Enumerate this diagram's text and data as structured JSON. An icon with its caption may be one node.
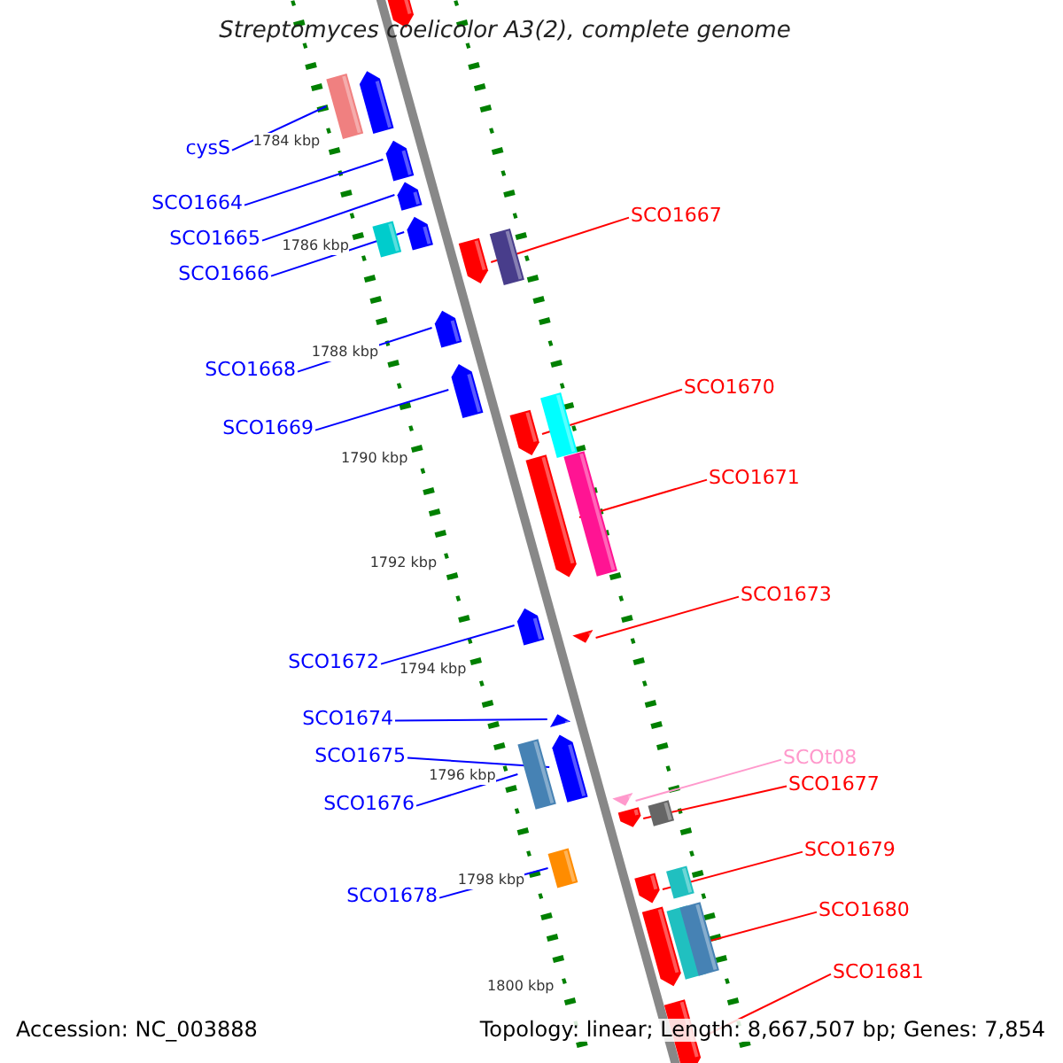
{
  "diagram": {
    "title": "Streptomyces coelicolor A3(2), complete genome",
    "nodes": [
      {
        "text": [
          "cysS"
        ]
      },
      {
        "text": [
          "SCO1664"
        ]
      },
      {
        "text": [
          "SCO1665"
        ]
      },
      {
        "text": [
          "SCO1666"
        ]
      },
      {
        "text": [
          "SCO1668"
        ]
      },
      {
        "text": [
          "SCO1669"
        ]
      },
      {
        "text": [
          "SCO1672"
        ]
      },
      {
        "text": [
          "SCO1674"
        ]
      },
      {
        "text": [
          "SCO1675"
        ]
      },
      {
        "text": [
          "SCO1676"
        ]
      },
      {
        "text": [
          "SCO1678"
        ]
      },
      {
        "text": [
          "SCO1667"
        ]
      },
      {
        "text": [
          "SCO1670"
        ]
      },
      {
        "text": [
          "SCO1671"
        ]
      },
      {
        "text": [
          "SCO1673"
        ]
      },
      {
        "text": [
          "SCOt08"
        ]
      },
      {
        "text": [
          "SCO1677"
        ]
      },
      {
        "text": [
          "SCO1679"
        ]
      },
      {
        "text": [
          "SCO1680"
        ]
      },
      {
        "text": [
          "SCO1681"
        ]
      },
      {
        "text": [],
        "shape": "bar"
      },
      {
        "text": [],
        "shape": "arrow"
      },
      {
        "text": [],
        "shape": "arrow"
      },
      {
        "text": [],
        "shape": "arrow"
      },
      {
        "text": [],
        "shape": "arrow"
      },
      {
        "text": [],
        "shape": "arrow"
      },
      {
        "text": [],
        "shape": "arrow"
      },
      {
        "text": [],
        "shape": "triangle"
      },
      {
        "text": [],
        "shape": "arrow"
      },
      {
        "text": [],
        "shape": "bar"
      },
      {
        "text": [],
        "shape": "bar"
      },
      {
        "text": [],
        "shape": "arrow"
      },
      {
        "text": [],
        "shape": "arrow"
      },
      {
        "text": [],
        "shape": "arrow"
      },
      {
        "text": [],
        "shape": "triangle"
      },
      {
        "text": [],
        "shape": "triangle"
      },
      {
        "text": [],
        "shape": "arrow"
      },
      {
        "text": [],
        "shape": "arrow"
      },
      {
        "text": [],
        "shape": "arrow"
      },
      {
        "text": [],
        "shape": "arrow"
      },
      {
        "text": [],
        "shape": "arrow"
      },
      {
        "text": [],
        "shape": "bar"
      },
      {
        "text": [],
        "shape": "bar"
      },
      {
        "text": [],
        "shape": "arrow"
      },
      {
        "text": [],
        "shape": "bar"
      },
      {
        "text": [],
        "shape": "bar"
      },
      {
        "text": [],
        "shape": "bar"
      },
      {
        "text": [],
        "shape": "bar"
      },
      {
        "text": [],
        "shape": "bar"
      },
      {
        "text": [],
        "shape": "bar"
      }
    ],
    "edges": [
      {
        "from": 0,
        "to": 20,
        "arrow": "none"
      },
      {
        "from": 1,
        "to": 21,
        "arrow": "none"
      },
      {
        "from": 2,
        "to": 22,
        "arrow": "none"
      },
      {
        "from": 3,
        "to": 23,
        "arrow": "none"
      },
      {
        "from": 4,
        "to": 24,
        "arrow": "none"
      },
      {
        "from": 5,
        "to": 25,
        "arrow": "none"
      },
      {
        "from": 6,
        "to": 26,
        "arrow": "none"
      },
      {
        "from": 7,
        "to": 27,
        "arrow": "none"
      },
      {
        "from": 8,
        "to": 28,
        "arrow": "none"
      },
      {
        "from": 9,
        "to": 29,
        "arrow": "none"
      },
      {
        "from": 10,
        "to": 30,
        "arrow": "none"
      },
      {
        "from": 11,
        "to": 31,
        "arrow": "none",
        "color": "#ff0000"
      },
      {
        "from": 12,
        "to": 32,
        "arrow": "none",
        "color": "#ff0000"
      },
      {
        "from": 13,
        "to": 33,
        "arrow": "none",
        "color": "#ff0000"
      },
      {
        "from": 14,
        "to": 34,
        "arrow": "none",
        "color": "#ff0000"
      },
      {
        "from": 15,
        "to": 35,
        "arrow": "none",
        "color": "#ff99cc"
      },
      {
        "from": 16,
        "to": 36,
        "arrow": "none",
        "color": "#ff0000"
      },
      {
        "from": 17,
        "to": 37,
        "arrow": "none",
        "color": "#ff0000"
      },
      {
        "from": 18,
        "to": 38,
        "arrow": "none",
        "color": "#ff0000"
      },
      {
        "from": 19,
        "to": 39,
        "arrow": "none",
        "color": "#ff0000"
      }
    ],
    "labels": [
      "1784 kbp",
      "1786 kbp",
      "1788 kbp",
      "1790 kbp",
      "1792 kbp",
      "1794 kbp",
      "1796 kbp",
      "1798 kbp",
      "1800 kbp",
      "Accession: NC_003888",
      "Topology: linear; Length: 8,667,507 bp; Genes: 7,854"
    ]
  }
}
